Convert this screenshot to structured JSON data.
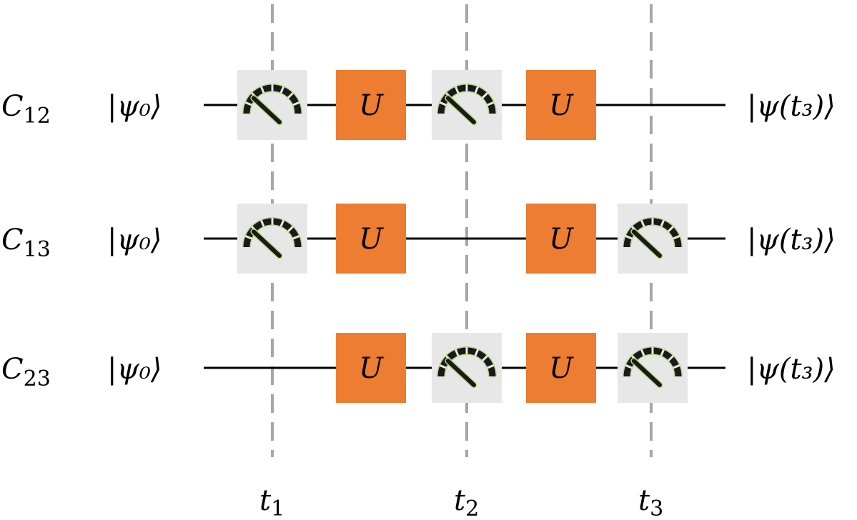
{
  "circuits": [
    {
      "label_main": "C",
      "label_sub": "12",
      "initial_state": "|ψ₀⟩",
      "final_state": "|ψ(t₃)⟩",
      "gates": [
        "measure",
        "U",
        "measure",
        "U",
        "none"
      ]
    },
    {
      "label_main": "C",
      "label_sub": "13",
      "initial_state": "|ψ₀⟩",
      "final_state": "|ψ(t₃)⟩",
      "gates": [
        "measure",
        "U",
        "none",
        "U",
        "measure"
      ]
    },
    {
      "label_main": "C",
      "label_sub": "23",
      "initial_state": "|ψ₀⟩",
      "final_state": "|ψ(t₃)⟩",
      "gates": [
        "none",
        "U",
        "measure",
        "U",
        "measure"
      ]
    }
  ],
  "gate_label": "U",
  "time_labels": [
    {
      "main": "t",
      "sub": "1"
    },
    {
      "main": "t",
      "sub": "2"
    },
    {
      "main": "t",
      "sub": "3"
    }
  ],
  "colors": {
    "unitary": "#ed7d31",
    "measurement_box": "#e7e7e7",
    "timeline": "#a6a6a6",
    "meter_highlight": "#b7d97a"
  },
  "icons": {
    "measure": "meter-icon"
  }
}
